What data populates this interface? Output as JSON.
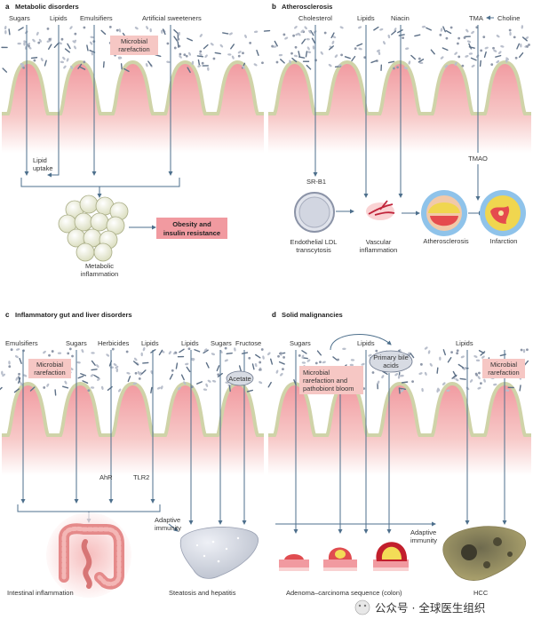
{
  "panels": {
    "a": {
      "letter": "a",
      "title": "Metabolic disorders",
      "top": [
        "Sugars",
        "Lipids",
        "Emulsifiers",
        "Artificial sweeteners"
      ],
      "microbial": [
        "Microbial",
        "rarefaction"
      ],
      "lipid_uptake": [
        "Lipid",
        "uptake"
      ],
      "outcome": [
        "Obesity and",
        "insulin resistance"
      ],
      "metabolic": [
        "Metabolic",
        "inflammation"
      ]
    },
    "b": {
      "letter": "b",
      "title": "Atherosclerosis",
      "top": [
        "Cholesterol",
        "Lipids",
        "Niacin",
        "TMA",
        "Choline"
      ],
      "tmao": "TMAO",
      "srb1": "SR-B1",
      "endothelial": [
        "Endothelial LDL",
        "transcytosis"
      ],
      "vascular": [
        "Vascular",
        "inflammation"
      ],
      "athero": "Atherosclerosis",
      "infarction": "Infarction"
    },
    "c": {
      "letter": "c",
      "title": "Inflammatory gut and liver disorders",
      "top": [
        "Emulsifiers",
        "Sugars",
        "Herbicides",
        "Lipids",
        "Lipids",
        "Sugars",
        "Fructose"
      ],
      "microbial": [
        "Microbial",
        "rarefaction"
      ],
      "acetate": "Acetate",
      "ahr": "AhR",
      "tlr2": "TLR2",
      "adaptive": [
        "Adaptive",
        "immunity"
      ],
      "intestinal": "Intestinal inflammation",
      "steatosis": "Steatosis and hepatitis"
    },
    "d": {
      "letter": "d",
      "title": "Solid malignancies",
      "top": [
        "Sugars",
        "Lipids",
        "Lipids"
      ],
      "bile": [
        "Primary bile",
        "acids"
      ],
      "bloom": [
        "Microbial",
        "rarefaction and",
        "pathobiont bloom"
      ],
      "microbial": [
        "Microbial",
        "rarefaction"
      ],
      "adaptive": [
        "Adaptive",
        "immunity"
      ],
      "adenoma": "Adenoma–carcinoma sequence (colon)",
      "hcc": "HCC"
    }
  },
  "watermark": "公众号 · 全球医生组织",
  "colors": {
    "mucosa": "#f4c5c4",
    "villus_border": "#cfd3a8",
    "box": "#f6c7c4",
    "arrow": "#4d6f8c",
    "background": "#ffffff"
  }
}
